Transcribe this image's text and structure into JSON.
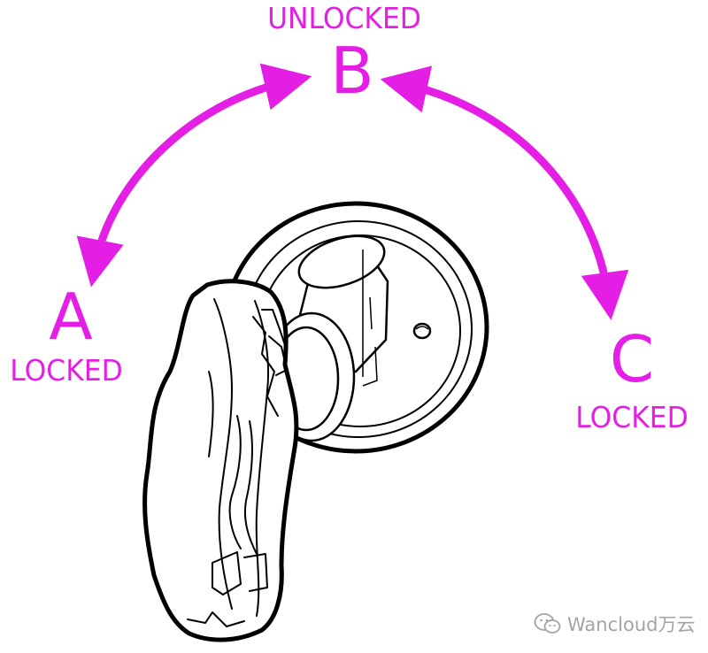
{
  "positions": {
    "a": {
      "letter": "A",
      "state": "LOCKED"
    },
    "b": {
      "letter": "B",
      "state": "UNLOCKED"
    },
    "c": {
      "letter": "C",
      "state": "LOCKED"
    }
  },
  "colors": {
    "accent": "#e51ee5",
    "outline": "#000000",
    "background": "#ffffff",
    "watermark": "#9a9a9a"
  },
  "watermark": {
    "icon": "wechat-icon",
    "text": "Wancloud万云"
  }
}
